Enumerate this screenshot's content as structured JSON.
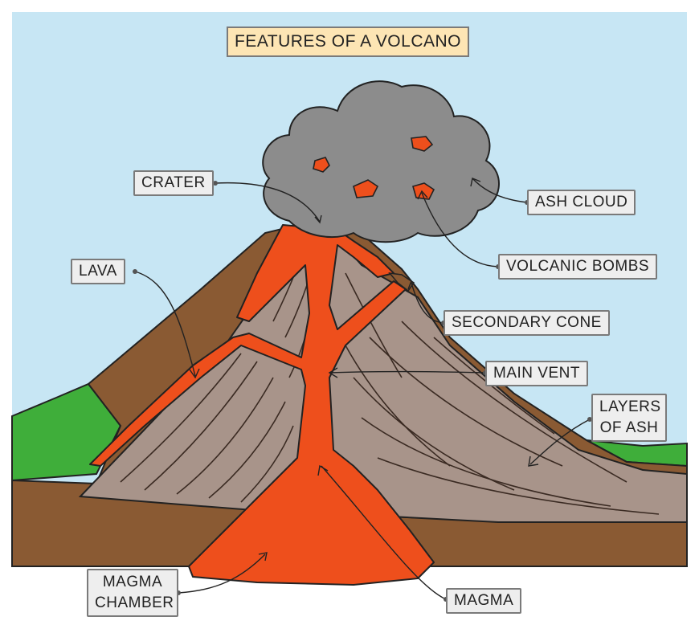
{
  "title": "FEATURES OF A VOLCANO",
  "labels": {
    "crater": "CRATER",
    "ash_cloud": "ASH CLOUD",
    "lava": "LAVA",
    "volcanic_bombs": "VOLCANIC BOMBS",
    "secondary_cone": "SECONDARY CONE",
    "main_vent": "MAIN VENT",
    "layers_of_ash_line1": "LAYERS",
    "layers_of_ash_line2": "OF ASH",
    "magma_chamber_line1": "MAGMA",
    "magma_chamber_line2": "CHAMBER",
    "magma": "MAGMA"
  },
  "colors": {
    "sky": "#c7e6f4",
    "ground": "#8a5a33",
    "grass": "#3fae3a",
    "ash": "#a8948a",
    "lava": "#ee4f1c",
    "cloud": "#8c8c8c",
    "title_bg": "#fde5b4",
    "label_bg": "#eeeeee"
  }
}
